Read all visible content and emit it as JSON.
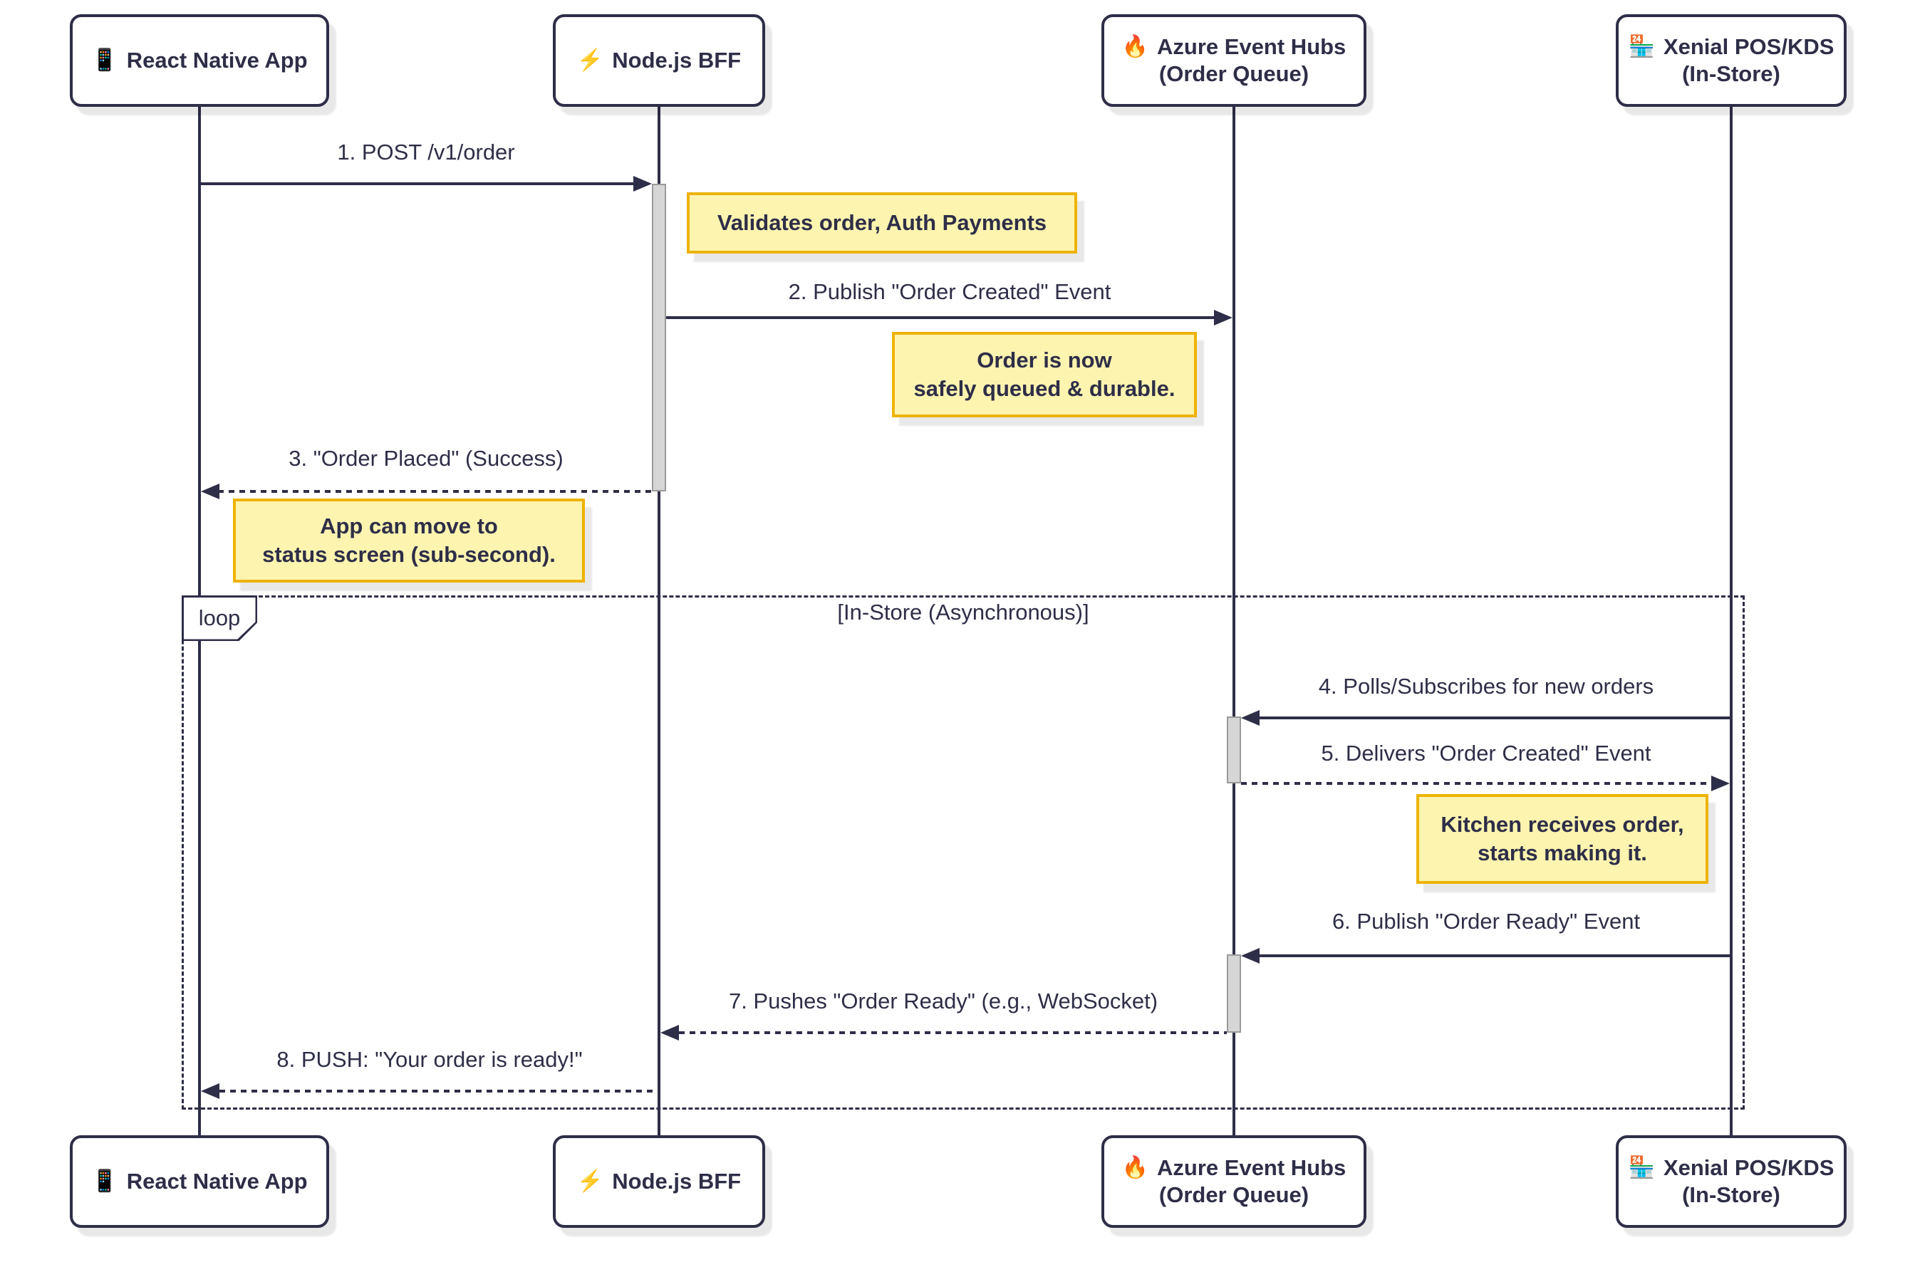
{
  "colors": {
    "ink": "#2e2e48",
    "note_bg": "#fdf4b0",
    "note_border": "#eeb303",
    "activation_bg": "#d6d6d6",
    "activation_border": "#9a9a9a",
    "background": "#ffffff"
  },
  "participants": [
    {
      "icon": "📱",
      "line1": "React Native App",
      "line2": ""
    },
    {
      "icon": "⚡",
      "line1": "Node.js BFF",
      "line2": ""
    },
    {
      "icon": "🔥",
      "line1": "Azure Event Hubs",
      "line2": "(Order Queue)"
    },
    {
      "icon": "🏪",
      "line1": "Xenial POS/KDS",
      "line2": "(In-Store)"
    }
  ],
  "messages": [
    {
      "text": "1. POST /v1/order",
      "line": "solid",
      "direction": "right"
    },
    {
      "text": "2. Publish \"Order Created\" Event",
      "line": "solid",
      "direction": "right"
    },
    {
      "text": "3. \"Order Placed\" (Success)",
      "line": "dotted",
      "direction": "left"
    },
    {
      "text": "4. Polls/Subscribes for new orders",
      "line": "solid",
      "direction": "left"
    },
    {
      "text": "5. Delivers \"Order Created\" Event",
      "line": "dotted",
      "direction": "right"
    },
    {
      "text": "6. Publish \"Order Ready\" Event",
      "line": "solid",
      "direction": "left"
    },
    {
      "text": "7. Pushes \"Order Ready\" (e.g., WebSocket)",
      "line": "dotted",
      "direction": "left"
    },
    {
      "text": "8. PUSH: \"Your order is ready!\"",
      "line": "dotted",
      "direction": "left"
    }
  ],
  "notes": [
    {
      "line1": "Validates order, Auth Payments",
      "line2": ""
    },
    {
      "line1": "Order is now",
      "line2": "safely queued & durable."
    },
    {
      "line1": "App can move to",
      "line2": "status screen (sub-second)."
    },
    {
      "line1": "Kitchen receives order,",
      "line2": "starts making it."
    }
  ],
  "loop": {
    "label": "loop",
    "title": "[In-Store (Asynchronous)]"
  }
}
